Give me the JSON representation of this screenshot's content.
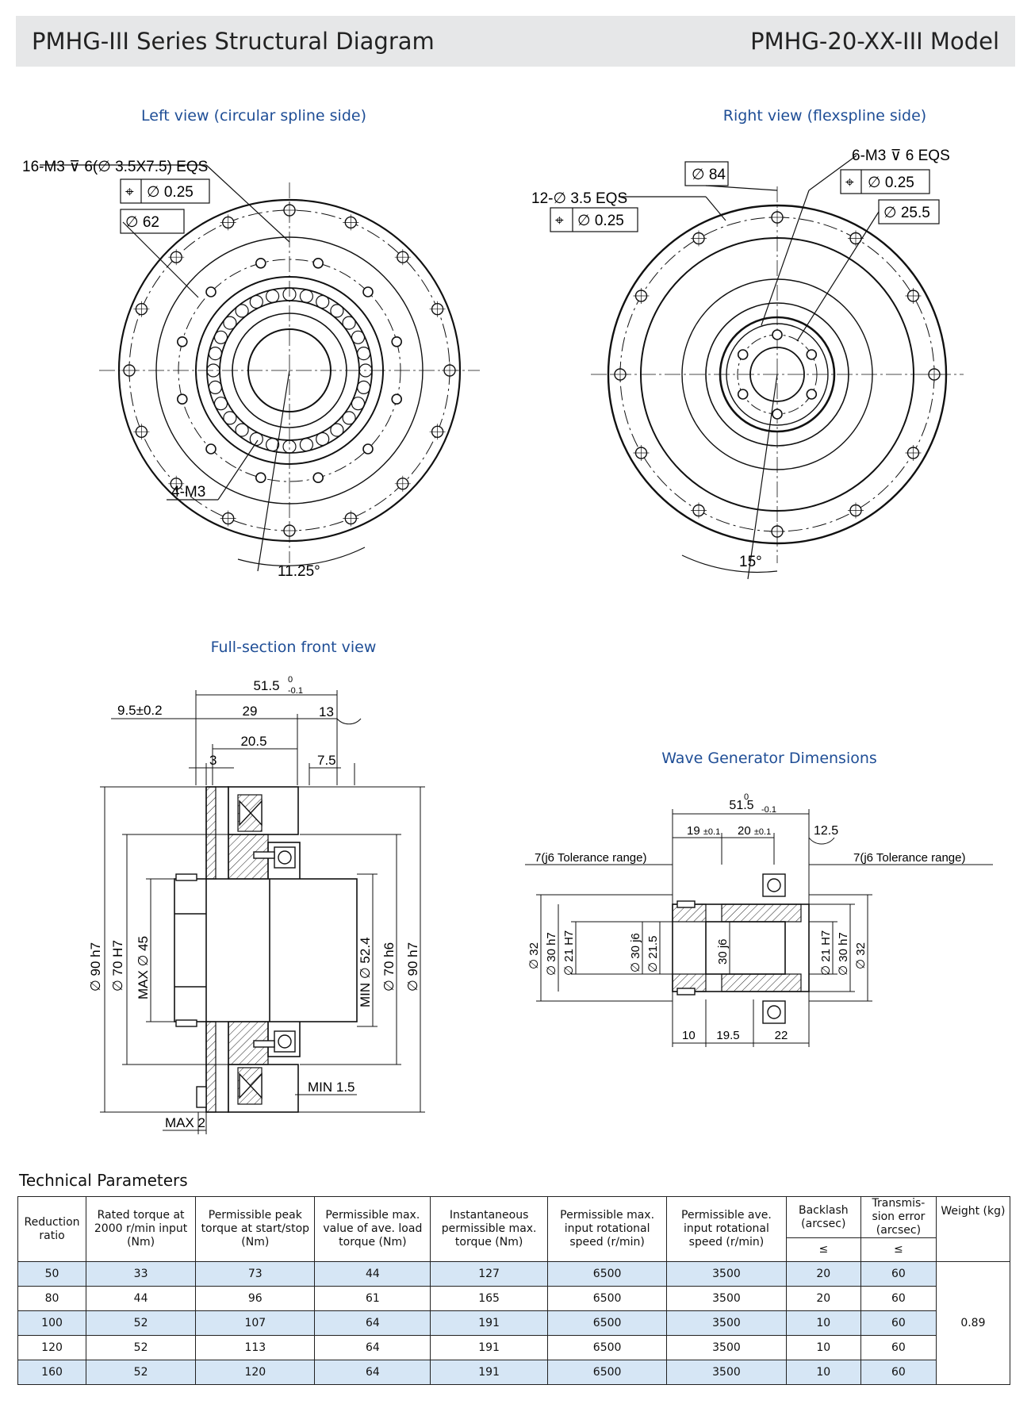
{
  "header": {
    "title": "PMHG-III Series Structural Diagram",
    "model": "PMHG-20-XX-III Model"
  },
  "captions": {
    "left_view": "Left view (circular spline side)",
    "right_view": "Right view (flexspline side)",
    "section_view": "Full-section front view",
    "wave_generator": "Wave Generator Dimensions"
  },
  "left_view_labels": {
    "holes": "16-M3",
    "holes_depth": "6(",
    "holes_spec": "3.5X7.5) EQS",
    "tol": "0.25",
    "dia": "62",
    "small_holes": "4-M3",
    "angle": "11.25°"
  },
  "right_view_labels": {
    "dia_outer": "84",
    "holes": "12-",
    "holes_spec": "3.5 EQS",
    "tol1": "0.25",
    "inner_holes": "6-M3",
    "inner_spec": "6 EQS",
    "tol2": "0.25",
    "dia_inner": "25.5",
    "angle": "15°"
  },
  "section_labels": {
    "overall": "51.5",
    "overall_tol_up": "0",
    "overall_tol_low": "-0.1",
    "d95": "9.5",
    "d95_tol": "±0.2",
    "d29": "29",
    "d13": "13",
    "d205": "20.5",
    "d3": "3",
    "d75": "7.5",
    "phi90a": "90 h7",
    "phi70a": "70 H7",
    "max45": "MAX",
    "max45v": "45",
    "min524": "MIN",
    "min524v": "52.4",
    "phi70b": "70 h6",
    "phi90b": "90 h7",
    "min15": "MIN 1.5",
    "max2": "MAX 2"
  },
  "wave_labels": {
    "overall": "51.5",
    "overall_tol_up": "0",
    "overall_tol_low": "-0.1",
    "d19": "19",
    "d19_tol": "±0.1",
    "d20": "20",
    "d20_tol": "±0.1",
    "d125": "12.5",
    "tol_left": "7(j6 Tolerance range)",
    "tol_right": "7(j6 Tolerance range)",
    "phi32a": "32",
    "phi30a": "30 h7",
    "phi21a": "21 H7",
    "phi30j": "30 j6",
    "phi215": "21.5",
    "j30": "30 j6",
    "phi21b": "21 H7",
    "phi30b": "30 h7",
    "phi32b": "32",
    "b10": "10",
    "b195": "19.5",
    "b22": "22"
  },
  "table": {
    "title": "Technical Parameters",
    "headers": [
      "Reduction ratio",
      "Rated torque at 2000 r/min input (Nm)",
      "Permissible peak torque at start/stop (Nm)",
      "Permissible max. value of ave. load torque (Nm)",
      "Instantaneous permissible max. torque (Nm)",
      "Permissible max. input rotational speed (r/min)",
      "Permissible ave. input rotational speed (r/min)",
      "Backlash (arcsec)",
      "Transmis-sion error (arcsec)",
      "Weight (kg)"
    ],
    "sub_le_backlash": "≤",
    "sub_le_error": "≤",
    "rows": [
      [
        "50",
        "33",
        "73",
        "44",
        "127",
        "6500",
        "3500",
        "20",
        "60"
      ],
      [
        "80",
        "44",
        "96",
        "61",
        "165",
        "6500",
        "3500",
        "20",
        "60"
      ],
      [
        "100",
        "52",
        "107",
        "64",
        "191",
        "6500",
        "3500",
        "10",
        "60"
      ],
      [
        "120",
        "52",
        "113",
        "64",
        "191",
        "6500",
        "3500",
        "10",
        "60"
      ],
      [
        "160",
        "52",
        "120",
        "64",
        "191",
        "6500",
        "3500",
        "10",
        "60"
      ]
    ],
    "weight": "0.89"
  }
}
